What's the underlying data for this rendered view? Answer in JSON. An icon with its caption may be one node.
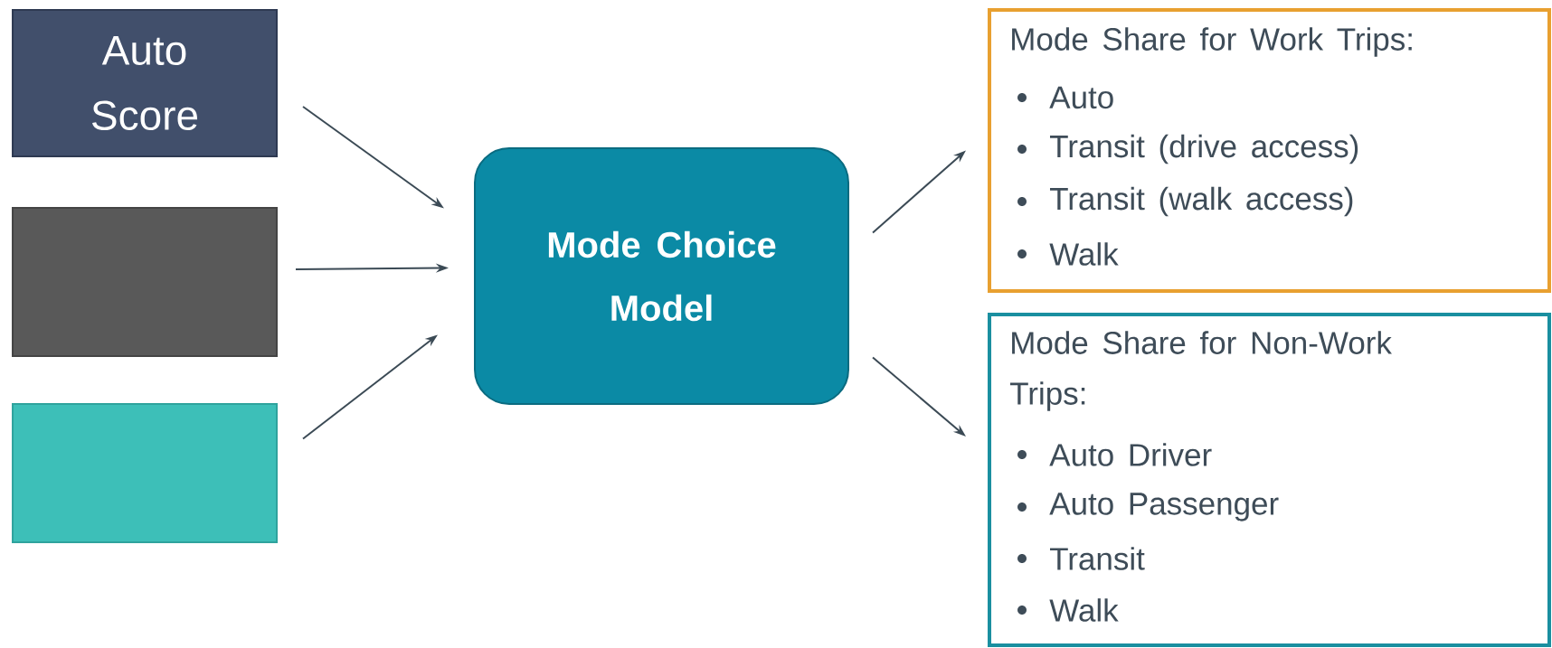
{
  "diagram": {
    "nodes": [
      {
        "text": [
          "Auto Score"
        ]
      },
      {
        "text": [],
        "shape": "box"
      },
      {
        "text": [],
        "shape": "box"
      },
      {
        "text": [
          "Mode Choice Model"
        ]
      },
      {
        "text": [
          "Mode Share for Work Trips:",
          "Auto",
          "Transit (drive access)",
          "Transit (walk access)",
          "Walk"
        ]
      },
      {
        "text": [
          "Mode Share for Non-Work Trips:",
          "Auto Driver",
          "Auto Passenger",
          "Transit",
          "Walk"
        ]
      }
    ],
    "edges": [
      {
        "from": 0,
        "to": 3,
        "arrow": "to"
      },
      {
        "from": 1,
        "to": 3,
        "arrow": "to"
      },
      {
        "from": 2,
        "to": 3,
        "arrow": "to"
      },
      {
        "from": 3,
        "to": 4,
        "arrow": "to"
      },
      {
        "from": 3,
        "to": 5,
        "arrow": "to"
      }
    ]
  }
}
